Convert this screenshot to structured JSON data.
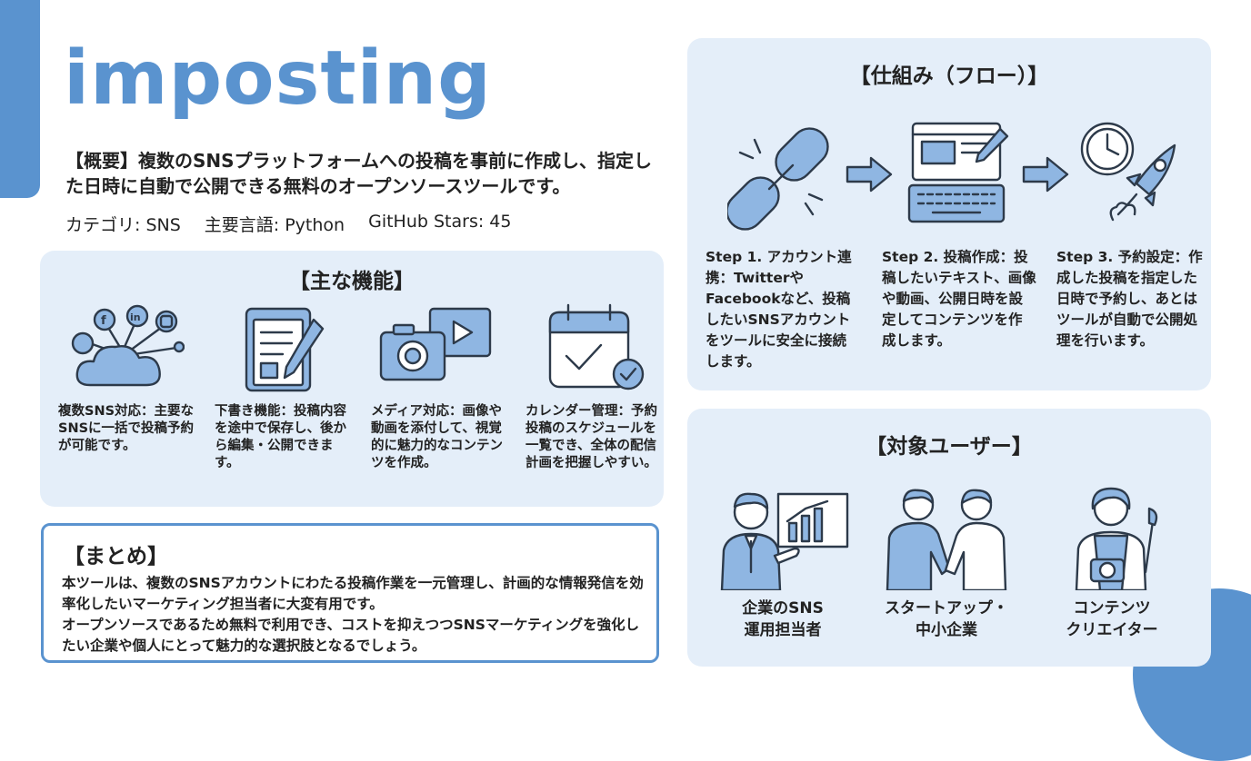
{
  "title": "imposting",
  "overview": "【概要】複数のSNSプラットフォームへの投稿を事前に作成し、指定した日時に自動で公開できる無料のオープンソースツールです。",
  "meta": {
    "category": "カテゴリ: SNS",
    "language": "主要言語: Python",
    "stars": "GitHub Stars: 45"
  },
  "features": {
    "heading": "【主な機能】",
    "items": [
      {
        "icon": "cloud-social-icon",
        "text": "複数SNS対応：主要なSNSに一括で投稿予約が可能です。"
      },
      {
        "icon": "notepad-pencil-icon",
        "text": "下書き機能：投稿内容を途中で保存し、後から編集・公開できます。"
      },
      {
        "icon": "camera-video-icon",
        "text": "メディア対応：画像や動画を添付して、視覚的に魅力的なコンテンツを作成。"
      },
      {
        "icon": "calendar-check-icon",
        "text": "カレンダー管理：予約投稿のスケジュールを一覧でき、全体の配信計画を把握しやすい。"
      }
    ]
  },
  "summary": {
    "heading": "【まとめ】",
    "text1": "本ツールは、複数のSNSアカウントにわたる投稿作業を一元管理し、計画的な情報発信を効率化したいマーケティング担当者に大変有用です。",
    "text2": "オープンソースであるため無料で利用でき、コストを抑えつつSNSマーケティングを強化したい企業や個人にとって魅力的な選択肢となるでしょう。"
  },
  "flow": {
    "heading": "【仕組み（フロー）】",
    "steps": [
      {
        "icon": "link-chain-icon",
        "text": "Step 1. アカウント連携：TwitterやFacebookなど、投稿したいSNSアカウントをツールに安全に接続します。"
      },
      {
        "icon": "browser-keyboard-icon",
        "text": "Step 2. 投稿作成：投稿したいテキスト、画像や動画、公開日時を設定してコンテンツを作成します。"
      },
      {
        "icon": "clock-rocket-icon",
        "text": "Step 3. 予約設定：作成した投稿を指定した日時で予約し、あとはツールが自動で公開処理を行います。"
      }
    ]
  },
  "users": {
    "heading": "【対象ユーザー】",
    "items": [
      {
        "icon": "presenter-chart-icon",
        "line1": "企業のSNS",
        "line2": "運用担当者"
      },
      {
        "icon": "handshake-icon",
        "line1": "スタートアップ・",
        "line2": "中小企業"
      },
      {
        "icon": "creator-camera-icon",
        "line1": "コンテンツ",
        "line2": "クリエイター"
      }
    ]
  },
  "colors": {
    "accent": "#5a93cf",
    "panel": "#e4eef9",
    "icon_fill": "#8fb6e2"
  }
}
